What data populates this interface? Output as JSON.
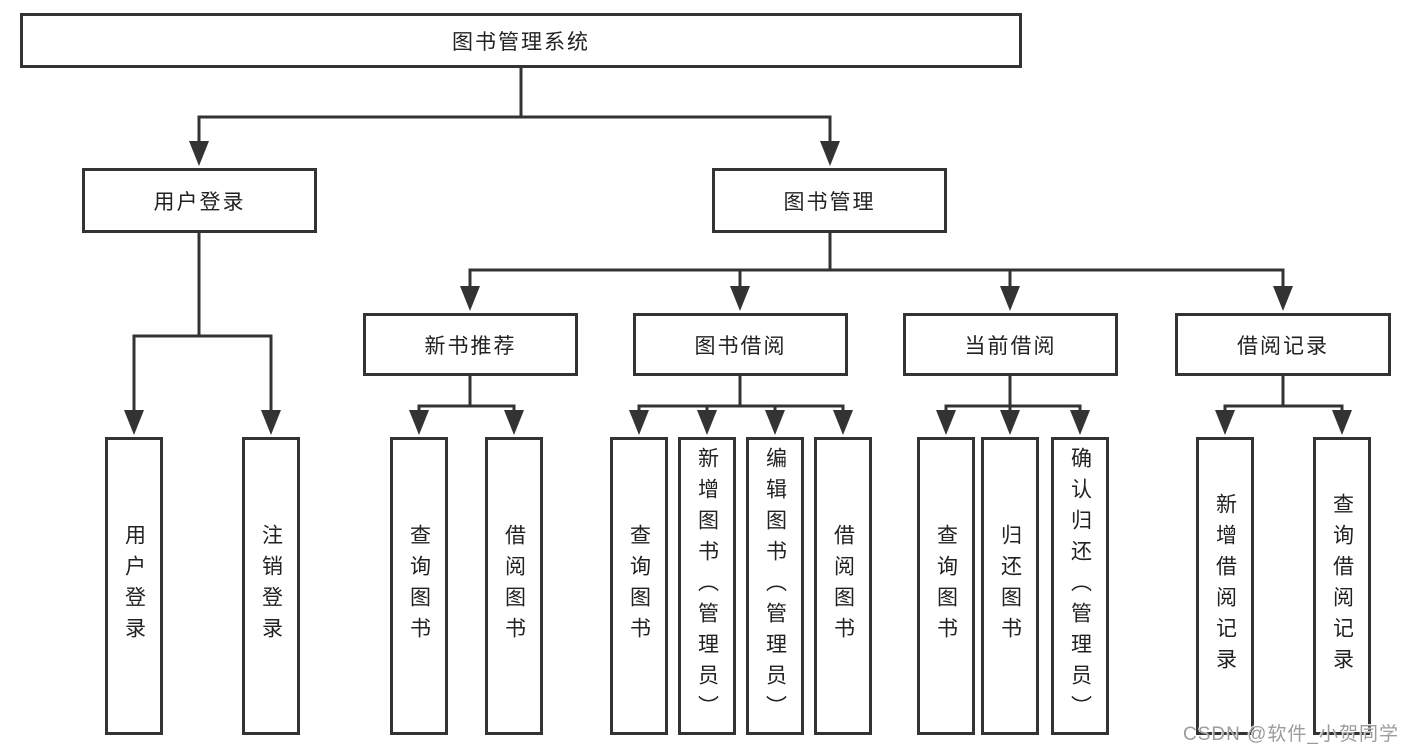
{
  "watermark": "CSDN @软件_小贺同学",
  "colors": {
    "line": "#333333",
    "text": "#222222",
    "box_background": "#ffffff",
    "watermark": "#9c9c9c",
    "background": "#ffffff"
  },
  "tree": {
    "label": "图书管理系统",
    "children": [
      {
        "label": "用户登录",
        "children": [
          {
            "label": "用户登录"
          },
          {
            "label": "注销登录"
          }
        ]
      },
      {
        "label": "图书管理",
        "children": [
          {
            "label": "新书推荐",
            "children": [
              {
                "label": "查询图书"
              },
              {
                "label": "借阅图书"
              }
            ]
          },
          {
            "label": "图书借阅",
            "children": [
              {
                "label": "查询图书"
              },
              {
                "label": "新增图书（管理员）"
              },
              {
                "label": "编辑图书（管理员）"
              },
              {
                "label": "借阅图书"
              }
            ]
          },
          {
            "label": "当前借阅",
            "children": [
              {
                "label": "查询图书"
              },
              {
                "label": "归还图书"
              },
              {
                "label": "确认归还（管理员）"
              }
            ]
          },
          {
            "label": "借阅记录",
            "children": [
              {
                "label": "新增借阅记录"
              },
              {
                "label": "查询借阅记录"
              }
            ]
          }
        ]
      }
    ]
  }
}
